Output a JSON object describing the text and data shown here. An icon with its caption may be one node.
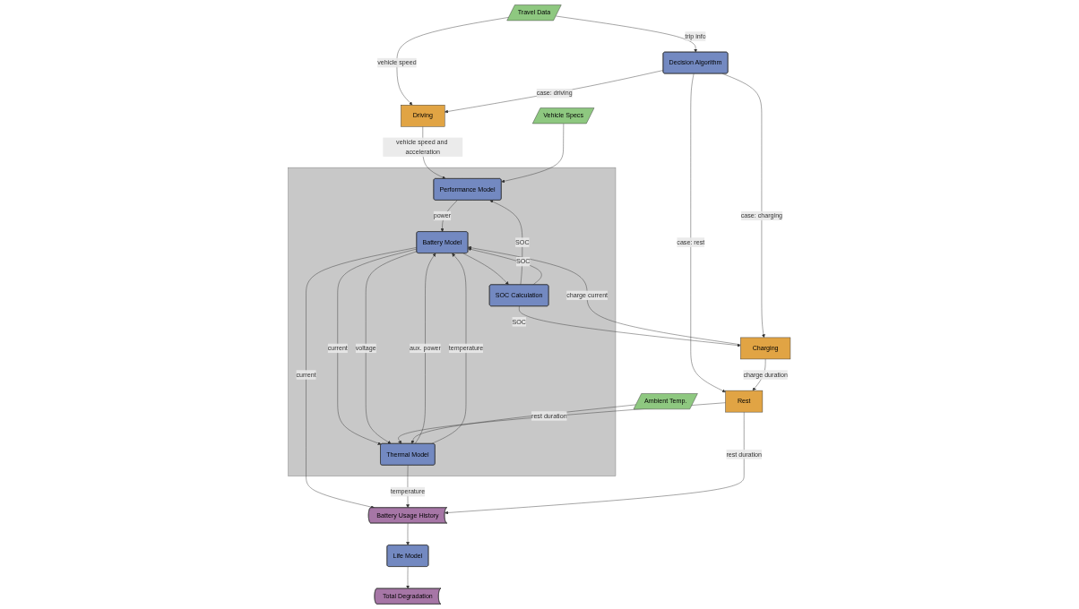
{
  "diagram": {
    "nodes": [
      {
        "text": [
          "Travel Data"
        ]
      },
      {
        "text": [
          "Decision Algorithm"
        ]
      },
      {
        "text": [
          "Driving"
        ]
      },
      {
        "text": [
          "Charging"
        ]
      },
      {
        "text": [
          "Rest"
        ]
      },
      {
        "text": [],
        "shape": "box"
      },
      {
        "text": [
          "SOC Calculation"
        ],
        "in": 5
      },
      {
        "text": [
          "Vehicle Specs"
        ]
      },
      {
        "text": [
          "Performance Model"
        ],
        "in": 5
      },
      {
        "text": [
          "Battery Model"
        ],
        "in": 5
      },
      {
        "text": [
          "Thermal Model"
        ],
        "in": 5
      },
      {
        "text": [
          "Ambient Temp."
        ]
      },
      {
        "text": [
          "Total Degradation"
        ]
      },
      {
        "text": [
          "Life Model"
        ]
      },
      {
        "text": [
          "Battery Usage History"
        ]
      }
    ],
    "edges": [
      {
        "from": 0,
        "to": 1,
        "arrow": "to",
        "label": "trip info"
      },
      {
        "from": 0,
        "to": 2,
        "arrow": "to",
        "label": "vehicle speed"
      },
      {
        "from": 1,
        "to": 2,
        "arrow": "to",
        "label": "case: driving"
      },
      {
        "from": 1,
        "to": 3,
        "arrow": "to",
        "label": "case: charging"
      },
      {
        "from": 1,
        "to": 4,
        "arrow": "to",
        "label": "case: rest"
      },
      {
        "from": 3,
        "to": 4,
        "arrow": "to",
        "label": "charge duration"
      },
      {
        "from": 2,
        "to": 8,
        "arrow": "to",
        "label": "vehicle speed and acceleration"
      },
      {
        "from": 6,
        "to": 8,
        "arrow": "to",
        "label": "SOC"
      },
      {
        "from": 6,
        "to": 9,
        "arrow": "to",
        "label": "SOC"
      },
      {
        "from": 6,
        "to": 3,
        "arrow": "to",
        "label": "SOC"
      },
      {
        "from": 3,
        "to": 9,
        "arrow": "to",
        "label": "charge current"
      },
      {
        "from": 7,
        "to": 8,
        "arrow": "to"
      },
      {
        "from": 8,
        "to": 9,
        "arrow": "to",
        "label": "power"
      },
      {
        "from": 9,
        "to": 10,
        "arrow": "to",
        "label": "current"
      },
      {
        "from": 9,
        "to": 6,
        "arrow": "to"
      },
      {
        "from": 9,
        "to": 10,
        "arrow": "to",
        "label": "voltage"
      },
      {
        "from": 10,
        "to": 9,
        "arrow": "to",
        "label": "aux. power"
      },
      {
        "from": 10,
        "to": 9,
        "arrow": "to",
        "label": "temperature"
      },
      {
        "from": 9,
        "to": 14,
        "arrow": "to",
        "label": "current"
      },
      {
        "from": 10,
        "to": 14,
        "arrow": "to",
        "label": "temperature"
      },
      {
        "from": 4,
        "to": 10,
        "arrow": "to",
        "label": "rest duration"
      },
      {
        "from": 4,
        "to": 14,
        "arrow": "to",
        "label": "rest duration"
      },
      {
        "from": 11,
        "to": 10,
        "arrow": "to"
      },
      {
        "from": 14,
        "to": 13,
        "arrow": "to"
      },
      {
        "from": 13,
        "to": 12,
        "arrow": "to"
      }
    ]
  }
}
